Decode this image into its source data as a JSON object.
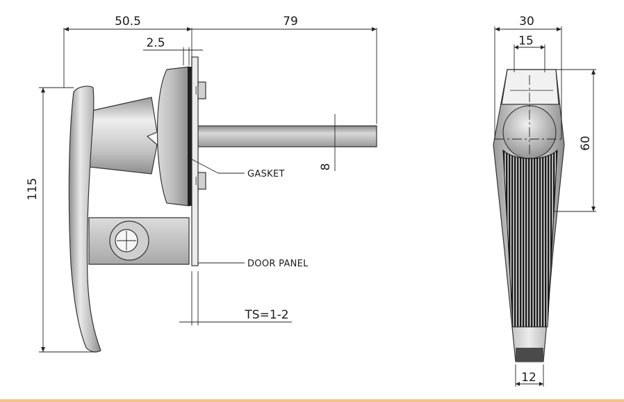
{
  "dimensions": {
    "width_50_5": "50.5",
    "length_79": "79",
    "gap_2_5": "2.5",
    "height_115": "115",
    "shaft_8": "8",
    "thickness_ts": "TS=1-2",
    "top_width_30": "30",
    "inner_width_15": "15",
    "height_60": "60",
    "bottom_width_12": "12"
  },
  "labels": {
    "gasket": "GASKET",
    "door_panel": "DOOR PANEL"
  },
  "colors": {
    "accent_bar": "#f2c38a",
    "metal_light": "#e6e6e6",
    "metal_mid": "#b8b8b8",
    "metal_dark": "#7a7a7a",
    "grip_dark": "#222222"
  }
}
